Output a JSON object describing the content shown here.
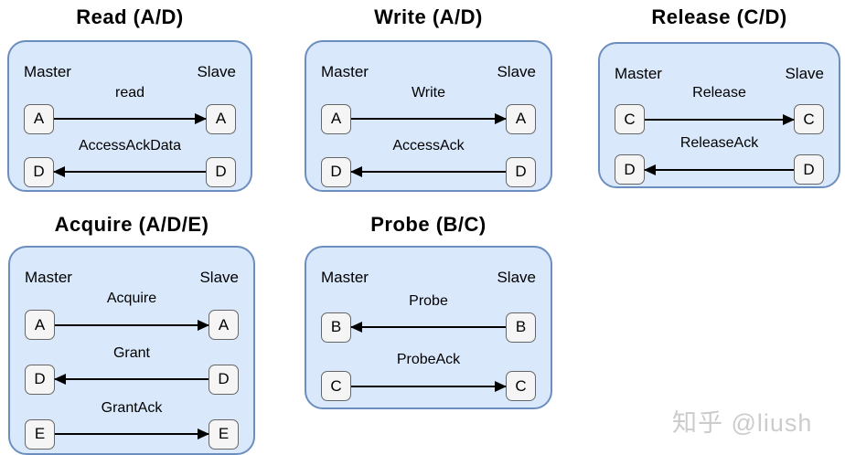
{
  "diagram": {
    "colors": {
      "panel_fill": "#dae8fc",
      "panel_border": "#6c8ebf",
      "node_fill": "#f5f5f5",
      "node_border": "#666666",
      "arrow": "#000000",
      "watermark_text": "#cccccc"
    },
    "watermark": "知乎 @liush",
    "panels": [
      {
        "id": "read",
        "title": "Read (A/D)",
        "master_label": "Master",
        "slave_label": "Slave",
        "rows": [
          {
            "label": "read",
            "left_node": "A",
            "right_node": "A",
            "dir": "right"
          },
          {
            "label": "AccessAckData",
            "left_node": "D",
            "right_node": "D",
            "dir": "left"
          }
        ]
      },
      {
        "id": "write",
        "title": "Write (A/D)",
        "master_label": "Master",
        "slave_label": "Slave",
        "rows": [
          {
            "label": "Write",
            "left_node": "A",
            "right_node": "A",
            "dir": "right"
          },
          {
            "label": "AccessAck",
            "left_node": "D",
            "right_node": "D",
            "dir": "left"
          }
        ]
      },
      {
        "id": "release",
        "title": "Release (C/D)",
        "master_label": "Master",
        "slave_label": "Slave",
        "rows": [
          {
            "label": "Release",
            "left_node": "C",
            "right_node": "C",
            "dir": "right"
          },
          {
            "label": "ReleaseAck",
            "left_node": "D",
            "right_node": "D",
            "dir": "left"
          }
        ]
      },
      {
        "id": "acquire",
        "title": "Acquire (A/D/E)",
        "master_label": "Master",
        "slave_label": "Slave",
        "rows": [
          {
            "label": "Acquire",
            "left_node": "A",
            "right_node": "A",
            "dir": "right"
          },
          {
            "label": "Grant",
            "left_node": "D",
            "right_node": "D",
            "dir": "left"
          },
          {
            "label": "GrantAck",
            "left_node": "E",
            "right_node": "E",
            "dir": "right"
          }
        ]
      },
      {
        "id": "probe",
        "title": "Probe (B/C)",
        "master_label": "Master",
        "slave_label": "Slave",
        "rows": [
          {
            "label": "Probe",
            "left_node": "B",
            "right_node": "B",
            "dir": "left"
          },
          {
            "label": "ProbeAck",
            "left_node": "C",
            "right_node": "C",
            "dir": "right"
          }
        ]
      }
    ]
  }
}
